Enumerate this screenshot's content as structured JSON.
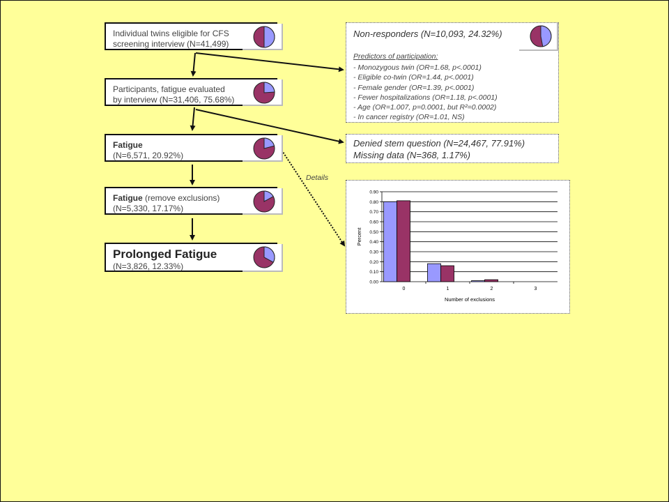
{
  "flow": {
    "eligible": {
      "line1": "Individual twins eligible for CFS",
      "line2": "screening interview (N=41,499)",
      "pie_fraction": 0.5
    },
    "participants": {
      "line1": "Participants, fatigue evaluated",
      "line2": "by interview (N=31,406, 75.68%)",
      "pie_fraction": 0.24
    },
    "fatigue": {
      "title": "Fatigue",
      "line2": "(N=6,571, 20.92%)",
      "pie_fraction": 0.21
    },
    "fatigue_excl": {
      "title": "Fatigue",
      "title_suffix": " (remove exclusions)",
      "line2": "(N=5,330, 17.17%)",
      "pie_fraction": 0.17
    },
    "prolonged": {
      "title": "Prolonged Fatigue",
      "line2": "(N=3,826, 12.33%)",
      "pie_fraction": 0.33
    }
  },
  "non_responders": {
    "title": "Non-responders (N=10,093, 24.32%)",
    "subtitle": "Predictors of participation:",
    "items": [
      "Monozygous twin (OR=1.68, p<.0001)",
      "Eligible co-twin (OR=1.44, p<.0001)",
      "Female gender (OR=1.39, p<.0001)",
      "Fewer hospitalizations (OR=1.18, p<.0001)",
      "Age (OR=1.007, p=0.0001, but R²=0.0002)",
      "In cancer registry (OR=1.01, NS)"
    ],
    "pie_fraction": 0.47
  },
  "denied": {
    "line1": "Denied stem question (N=24,467, 77.91%)",
    "line2": "Missing data (N=368, 1.17%)"
  },
  "details_label": "Details",
  "colors": {
    "pie_blue": "#9999ff",
    "pie_maroon": "#993366",
    "bar_blue": "#9999ff",
    "bar_maroon": "#993366"
  },
  "chart_data": {
    "type": "bar",
    "categories": [
      "0",
      "1",
      "2",
      "3"
    ],
    "series": [
      {
        "values": [
          0.8,
          0.18,
          0.01,
          0.0
        ]
      },
      {
        "values": [
          0.81,
          0.16,
          0.02,
          0.0
        ]
      }
    ],
    "xlabel": "Number of exclusions",
    "ylabel": "Percent",
    "ylim": [
      0,
      0.9
    ],
    "yticks": [
      "0.00",
      "0.10",
      "0.20",
      "0.30",
      "0.40",
      "0.50",
      "0.60",
      "0.70",
      "0.80",
      "0.90"
    ],
    "grid": true
  }
}
